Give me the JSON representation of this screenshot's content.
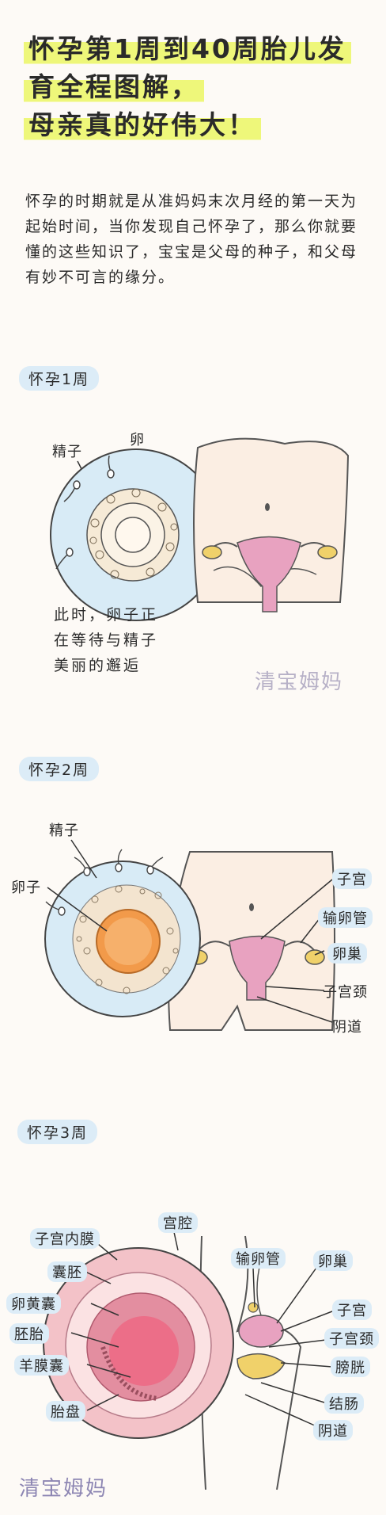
{
  "title": {
    "lines": [
      "怀孕第1周到40周胎儿发",
      "育全程图解，",
      "母亲真的好伟大！"
    ]
  },
  "intro": "怀孕的时期就是从准妈妈末次月经的第一天为起始时间，当你发现自己怀孕了，那么你就要懂的这些知识了，宝宝是父母的种子，和父母有妙不可言的缘分。",
  "week1": {
    "label": "怀孕1周",
    "sperm_label": "精子",
    "egg_label": "卵",
    "caption": [
      "此时，卵子正",
      "在等待与精子",
      "美丽的邂逅"
    ],
    "watermark": "清宝姆妈"
  },
  "week2": {
    "label": "怀孕2周",
    "sperm_label": "精子",
    "egg_label": "卵子",
    "organs": [
      "子宫",
      "输卵管",
      "卵巢",
      "子宫颈",
      "阴道"
    ]
  },
  "week3": {
    "label": "怀孕3周",
    "left_labels": [
      "子宫内膜",
      "囊胚",
      "卵黄囊",
      "胚胎",
      "羊膜囊",
      "胎盘"
    ],
    "top_label": "宫腔",
    "right_labels": [
      "输卵管",
      "卵巢",
      "子宫",
      "子宫颈",
      "膀胱",
      "结肠",
      "阴道"
    ],
    "watermark": "清宝姆妈"
  },
  "colors": {
    "highlight": "#eef77a",
    "label_bg": "#dcecf7",
    "skin": "#fbeee3",
    "uterus": "#e8a2c0",
    "egg": "#f29a4a",
    "watermark": "#b7b1c7"
  }
}
